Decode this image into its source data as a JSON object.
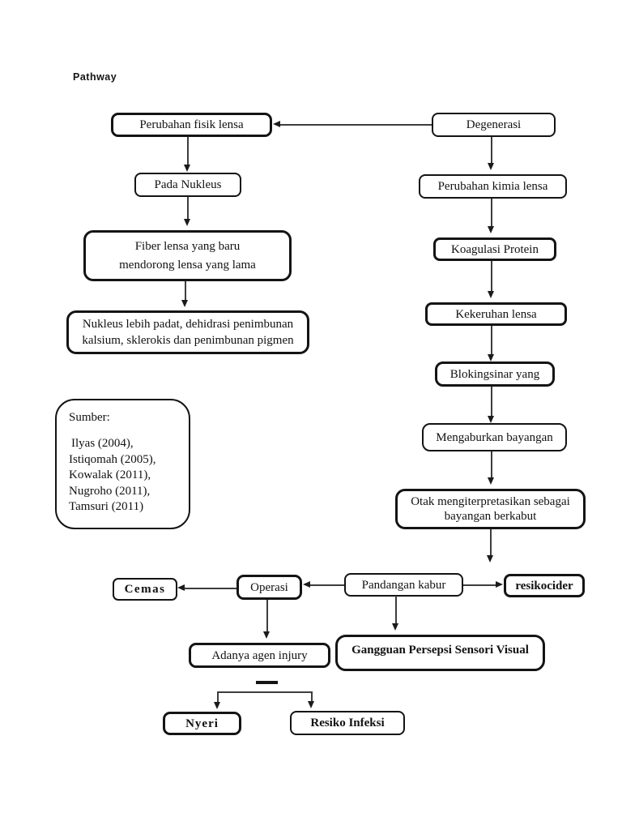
{
  "page": {
    "heading": "Pathway"
  },
  "nodes": {
    "perubahan_fisik": "Perubahan fisik lensa",
    "degenerasi": "Degenerasi",
    "pada_nukleus": "Pada Nukleus",
    "fiber": {
      "line1": "Fiber lensa yang baru",
      "line2": "mendorong lensa yang lama"
    },
    "nukleus_padat": {
      "line1": "Nukleus lebih padat, dehidrasi penimbunan",
      "line2": "kalsium, sklerokis dan penimbunan pigmen"
    },
    "perubahan_kimia": "Perubahan kimia lensa",
    "koagulasi": "Koagulasi Protein",
    "kekeruhan": "Kekeruhan lensa",
    "bloking": "Blokingsinar yang",
    "mengaburkan": "Mengaburkan bayangan",
    "otak": {
      "line1": "Otak mengiterpretasikan sebagai",
      "line2": "bayangan berkabut"
    },
    "pandangan_kabur": "Pandangan kabur",
    "resikocider": "resikocider",
    "operasi": "Operasi",
    "cemas": "Cemas",
    "adanya_agen": "Adanya agen injury",
    "gangguan": "Gangguan Persepsi Sensori Visual",
    "nyeri": "Nyeri",
    "resiko_infeksi": "Resiko Infeksi"
  },
  "sumber": {
    "heading": "Sumber:",
    "lines": [
      "Ilyas (2004),",
      "Istiqomah (2005),",
      "Kowalak (2011),",
      "Nugroho (2011),",
      "Tamsuri (2011)"
    ]
  },
  "colors": {
    "box_border": "#141414",
    "text": "#111111",
    "line": "#3d3d3d",
    "background": "#ffffff"
  }
}
